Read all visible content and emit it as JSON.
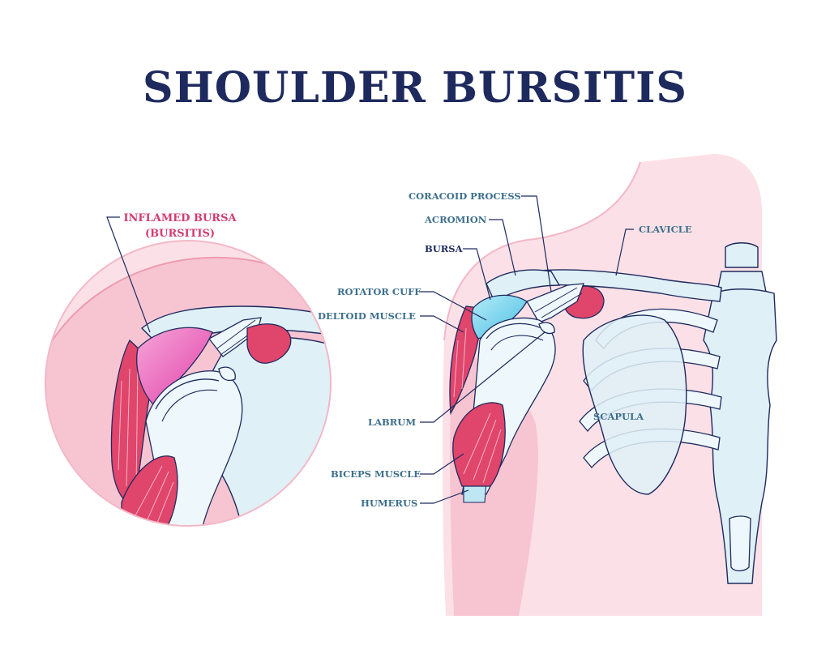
{
  "title": "SHOULDER BURSITIS",
  "inset": {
    "label_line1": "INFLAMED BURSA",
    "label_line2": "(BURSITIS)"
  },
  "labels": {
    "coracoid_process": "CORACOID PROCESS",
    "acromion": "ACROMION",
    "clavicle": "CLAVICLE",
    "bursa": "BURSA",
    "rotator_cuff": "ROTATOR CUFF",
    "deltoid_muscle": "DELTOID MUSCLE",
    "labrum": "LABRUM",
    "biceps_muscle": "BICEPS MUSCLE",
    "humerus": "HUMERUS",
    "scapula": "SCAPULA"
  },
  "colors": {
    "title": "#1e2a5e",
    "label": "#3d6f8c",
    "bursa_label": "#1e2a5e",
    "inflamed_label": "#d23c6e",
    "skin": "#f9d4dd",
    "bone": "#dff0f7",
    "muscle": "#e0456c",
    "bursa_normal": "#7fd3ec",
    "bursa_inflamed": "#ee5bb4"
  }
}
